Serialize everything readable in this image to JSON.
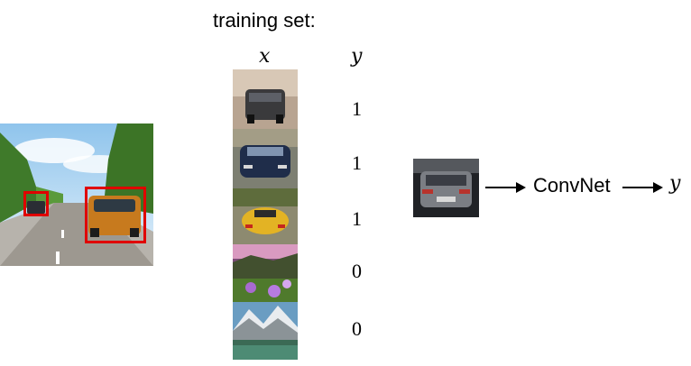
{
  "training_set": {
    "title": "training set:",
    "x_header": "x",
    "y_header": "y",
    "samples": [
      {
        "image": "car-rear-view-photo",
        "label": "1"
      },
      {
        "image": "car-front-view-photo",
        "label": "1"
      },
      {
        "image": "sports-car-rear-photo",
        "label": "1"
      },
      {
        "image": "landscape-flowers-photo",
        "label": "0"
      },
      {
        "image": "landscape-lake-photo",
        "label": "0"
      }
    ]
  },
  "scene": {
    "image": "road-scene-photo",
    "detections": 2,
    "box_color": "#e00000"
  },
  "pipeline": {
    "input_image": "car-rear-thumbnail",
    "model_label": "ConvNet",
    "output_label": "y"
  }
}
